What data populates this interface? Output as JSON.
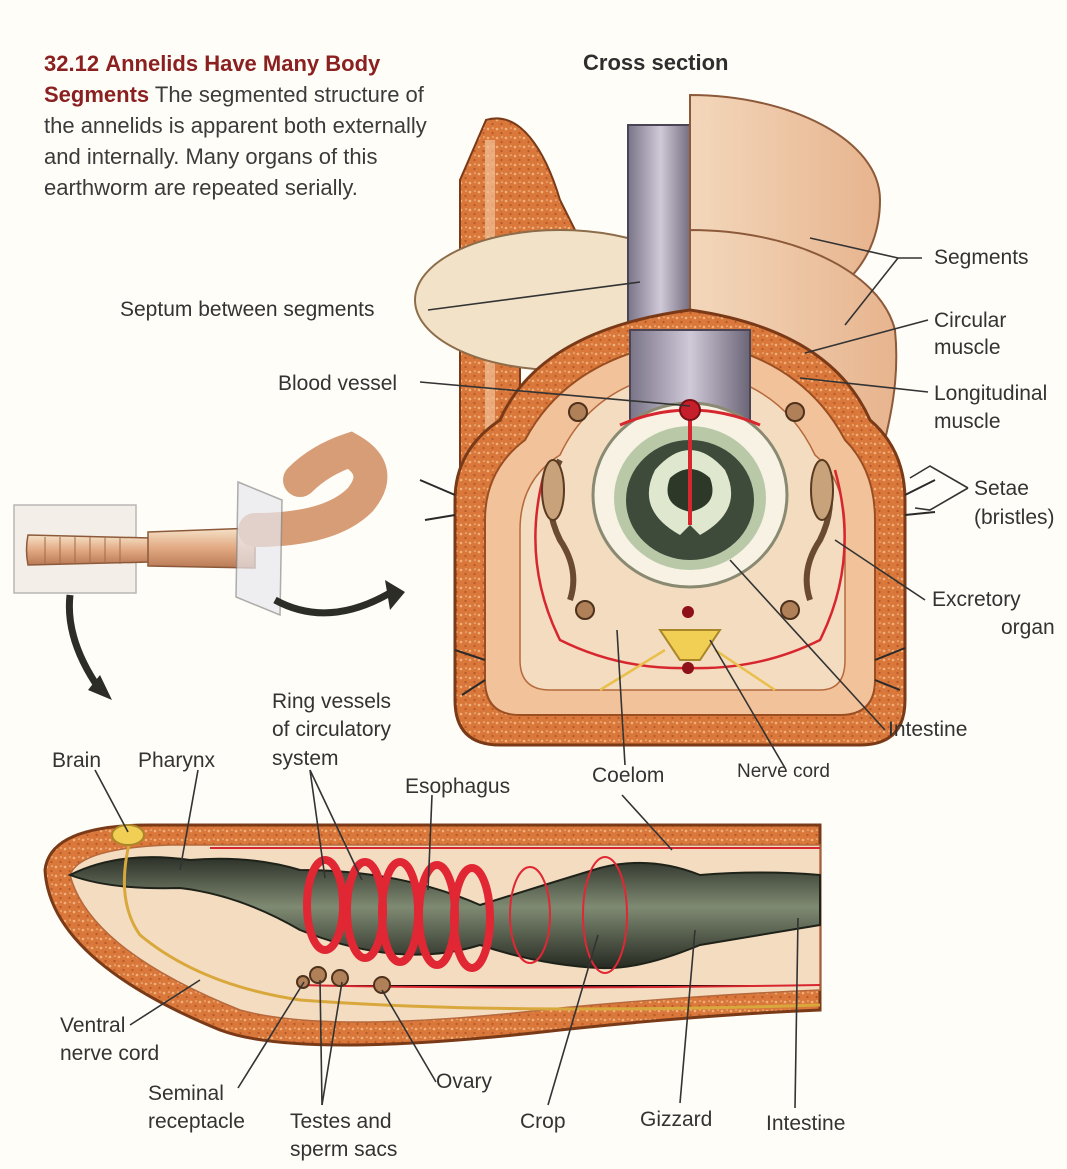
{
  "figure": {
    "number": "32.12",
    "title": "Annelids Have Many Body Segments",
    "caption": "The segmented structure of the annelids is apparent both externally and internally. Many organs of this earthworm are repeated serially."
  },
  "cross_section": {
    "title": "Cross section",
    "labels": {
      "septum": "Septum between segments",
      "blood_vessel": "Blood vessel",
      "segments": "Segments",
      "circular_muscle_1": "Circular",
      "circular_muscle_2": "muscle",
      "longitudinal_muscle_1": "Longitudinal",
      "longitudinal_muscle_2": "muscle",
      "setae_1": "Setae",
      "setae_2": "(bristles)",
      "excretory_organ_1": "Excretory",
      "excretory_organ_2": "organ",
      "intestine": "Intestine",
      "nerve_cord": "Nerve cord",
      "coelom": "Coelom"
    }
  },
  "longitudinal_section": {
    "labels": {
      "brain": "Brain",
      "pharynx": "Pharynx",
      "ring_vessels_1": "Ring vessels",
      "ring_vessels_2": "of circulatory",
      "ring_vessels_3": "system",
      "esophagus": "Esophagus",
      "ventral_nerve_cord_1": "Ventral",
      "ventral_nerve_cord_2": "nerve cord",
      "seminal_receptacle_1": "Seminal",
      "seminal_receptacle_2": "receptacle",
      "testes_1": "Testes and",
      "testes_2": "sperm sacs",
      "ovary": "Ovary",
      "crop": "Crop",
      "gizzard": "Gizzard",
      "intestine": "Intestine"
    }
  },
  "colors": {
    "caption_title": "#8b2020",
    "body_wall": "#d9783a",
    "muscle_light": "#f2c29a",
    "vessel_red": "#d8262f",
    "gut_dark": "#3a3f35",
    "nerve_yellow": "#e8c04a"
  }
}
